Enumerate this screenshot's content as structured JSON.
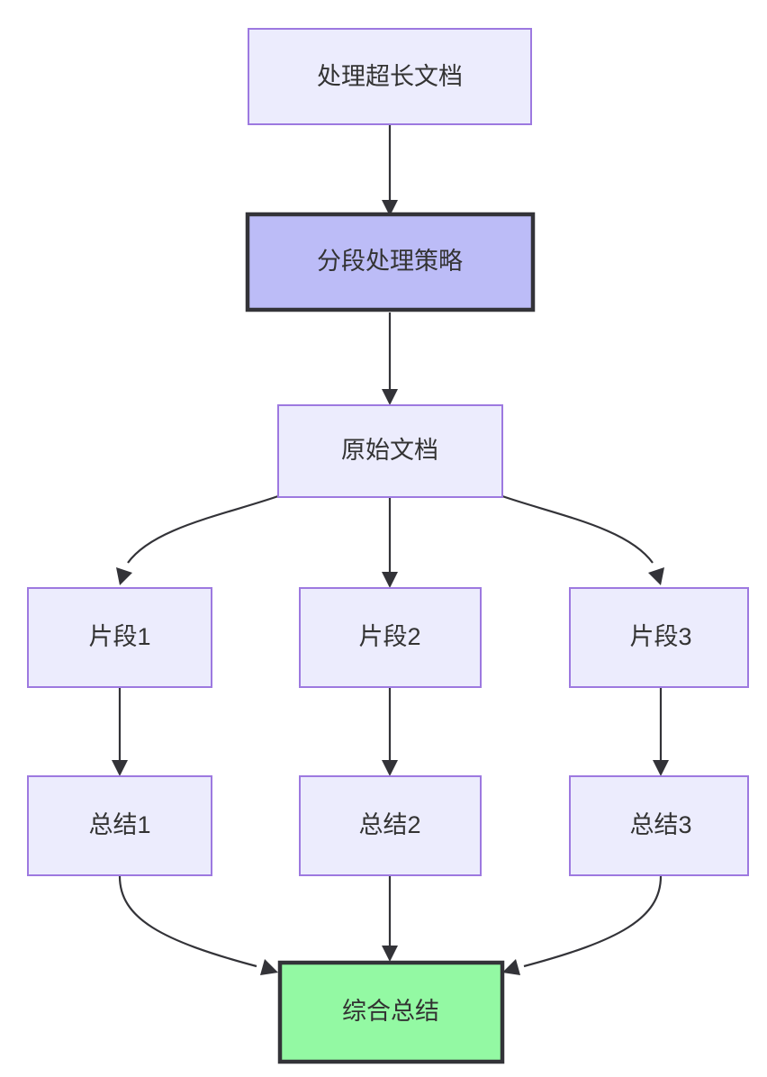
{
  "diagram": {
    "type": "flowchart",
    "direction": "top-to-bottom",
    "background_color": "#ffffff",
    "nodes": [
      {
        "id": "n1",
        "label": "处理超长文档",
        "style": "default",
        "fill": "#ececfd",
        "border": "#9d79e0"
      },
      {
        "id": "n2",
        "label": "分段处理策略",
        "style": "accent",
        "fill": "#bcbcf7",
        "border": "#333338"
      },
      {
        "id": "n3",
        "label": "原始文档",
        "style": "default",
        "fill": "#ececfd",
        "border": "#9d79e0"
      },
      {
        "id": "n4",
        "label": "片段1",
        "style": "default",
        "fill": "#ececfd",
        "border": "#9d79e0"
      },
      {
        "id": "n5",
        "label": "片段2",
        "style": "default",
        "fill": "#ececfd",
        "border": "#9d79e0"
      },
      {
        "id": "n6",
        "label": "片段3",
        "style": "default",
        "fill": "#ececfd",
        "border": "#9d79e0"
      },
      {
        "id": "n7",
        "label": "总结1",
        "style": "default",
        "fill": "#ececfd",
        "border": "#9d79e0"
      },
      {
        "id": "n8",
        "label": "总结2",
        "style": "default",
        "fill": "#ececfd",
        "border": "#9d79e0"
      },
      {
        "id": "n9",
        "label": "总结3",
        "style": "default",
        "fill": "#ececfd",
        "border": "#9d79e0"
      },
      {
        "id": "n10",
        "label": "综合总结",
        "style": "success",
        "fill": "#93f9a3",
        "border": "#333338"
      }
    ],
    "edges": [
      {
        "from": "n1",
        "to": "n2"
      },
      {
        "from": "n2",
        "to": "n3"
      },
      {
        "from": "n3",
        "to": "n4"
      },
      {
        "from": "n3",
        "to": "n5"
      },
      {
        "from": "n3",
        "to": "n6"
      },
      {
        "from": "n4",
        "to": "n7"
      },
      {
        "from": "n5",
        "to": "n8"
      },
      {
        "from": "n6",
        "to": "n9"
      },
      {
        "from": "n7",
        "to": "n10"
      },
      {
        "from": "n8",
        "to": "n10"
      },
      {
        "from": "n9",
        "to": "n10"
      }
    ]
  }
}
